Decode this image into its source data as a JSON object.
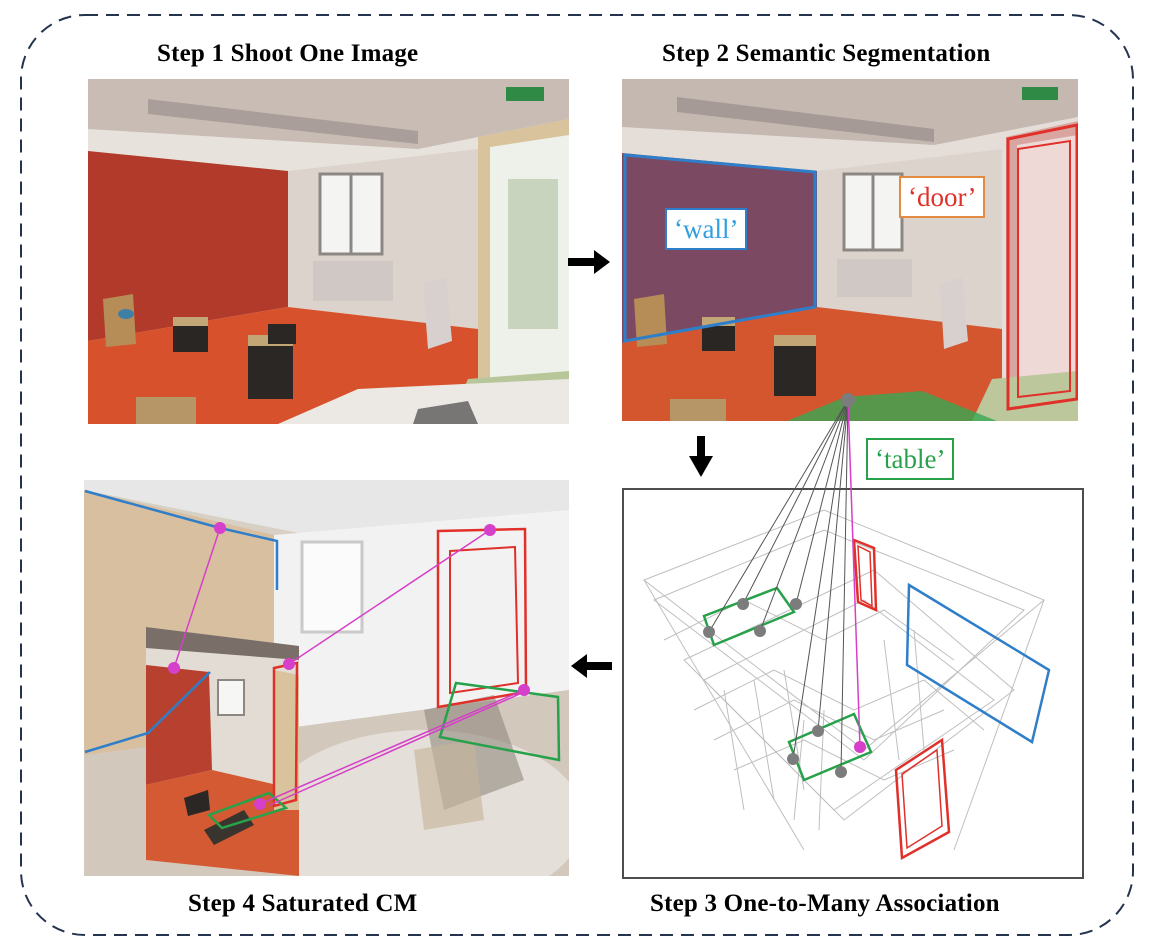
{
  "steps": [
    {
      "title": "Step 1 Shoot One Image"
    },
    {
      "title": "Step 2 Semantic Segmentation"
    },
    {
      "title": "Step 3 One-to-Many Association"
    },
    {
      "title": "Step 4 Saturated CM"
    }
  ],
  "labels": {
    "wall": "‘wall’",
    "door": "‘door’",
    "table": "‘table’"
  },
  "colors": {
    "wall": "#2f7ec9",
    "door": "#e0302a",
    "table": "#27a24a",
    "match": "#d63fc9",
    "point": "#7c7c7c"
  }
}
